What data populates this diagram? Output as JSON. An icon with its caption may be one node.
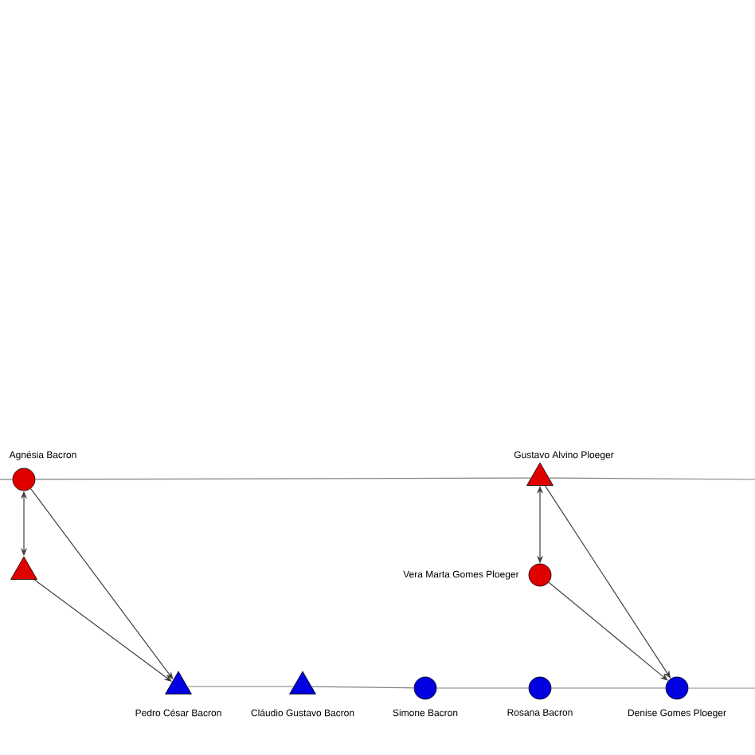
{
  "diagram": {
    "nodes": [
      {
        "text": [
          "Agnésia Bacron"
        ]
      },
      {
        "text": [],
        "shape": "triangle"
      },
      {
        "text": [
          "Pedro César Bacron"
        ]
      },
      {
        "text": [
          "Cláudio Gustavo Bacron"
        ]
      },
      {
        "text": [
          "Simone Bacron"
        ]
      },
      {
        "text": [
          "Rosana Bacron"
        ]
      },
      {
        "text": [
          "Gustavo Alvino Ploeger"
        ]
      },
      {
        "text": [
          "Vera Marta Gomes Ploeger"
        ]
      },
      {
        "text": [
          "Denise Gomes Ploeger"
        ]
      }
    ],
    "edges": [
      {
        "from": null,
        "to": 0,
        "arrow": "none",
        "color": "#808080"
      },
      {
        "from": 0,
        "to": 6,
        "arrow": "none",
        "color": "#808080"
      },
      {
        "from": 6,
        "to": null,
        "arrow": "none",
        "color": "#808080"
      },
      {
        "from": 2,
        "to": 3,
        "arrow": "none",
        "color": "#808080"
      },
      {
        "from": 3,
        "to": 4,
        "arrow": "none",
        "color": "#808080"
      },
      {
        "from": 4,
        "to": 5,
        "arrow": "none",
        "color": "#808080"
      },
      {
        "from": 5,
        "to": 8,
        "arrow": "none",
        "color": "#808080"
      },
      {
        "from": 8,
        "to": null,
        "arrow": "none",
        "color": "#808080"
      },
      {
        "from": 0,
        "to": 1,
        "arrow": "both"
      },
      {
        "from": 0,
        "to": 2,
        "arrow": "to"
      },
      {
        "from": 1,
        "to": 2,
        "arrow": "to"
      },
      {
        "from": 6,
        "to": 7,
        "arrow": "both"
      },
      {
        "from": 6,
        "to": 8,
        "arrow": "to"
      },
      {
        "from": 7,
        "to": 8,
        "arrow": "to"
      }
    ]
  }
}
